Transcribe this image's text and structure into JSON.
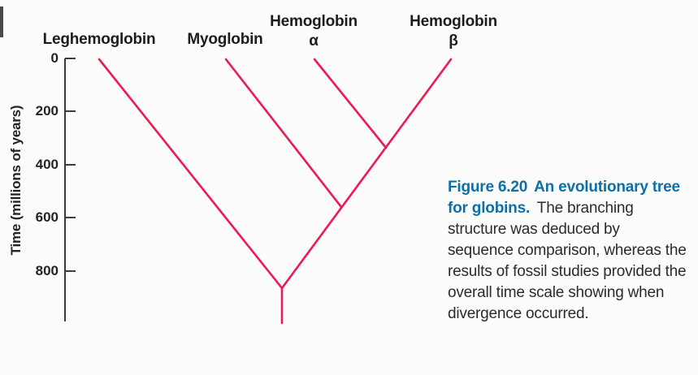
{
  "figure": {
    "caption": {
      "figure_label": "Figure 6.20",
      "title": "An evolutionary tree for globins.",
      "body": "The branching structure was deduced by sequence comparison, whereas the results of fossil studies provided the overall time scale showing when divergence occurred."
    },
    "axis": {
      "title": "Time (millions of years)",
      "ticks": [
        {
          "label": "0",
          "value": 0
        },
        {
          "label": "200",
          "value": 200
        },
        {
          "label": "400",
          "value": 400
        },
        {
          "label": "600",
          "value": 600
        },
        {
          "label": "800",
          "value": 800
        }
      ],
      "range_millions_of_years": [
        0,
        990
      ]
    },
    "taxa": [
      {
        "line1": "Leghemoglobin",
        "line2": ""
      },
      {
        "line1": "Myoglobin",
        "line2": ""
      },
      {
        "line1": "Hemoglobin",
        "line2": "α"
      },
      {
        "line1": "Hemoglobin",
        "line2": "β"
      }
    ],
    "tree": {
      "type": "phylogenetic-tree",
      "leaves": [
        "Leghemoglobin",
        "Myoglobin",
        "Hemoglobin α",
        "Hemoglobin β"
      ],
      "divergence_events": [
        {
          "split": "Leghemoglobin vs (Myoglobin, Hemoglobin α, Hemoglobin β)",
          "time_my_approx": 860
        },
        {
          "split": "Myoglobin vs (Hemoglobin α, Hemoglobin β)",
          "time_my_approx": 560
        },
        {
          "split": "Hemoglobin α vs Hemoglobin β",
          "time_my_approx": 340
        }
      ],
      "root_stem_depth_my_approx": 990
    },
    "colors": {
      "branch": "#ec1857",
      "caption_title": "#0d6fa8",
      "label_text": "#1c1c1c",
      "axis": "#3c3c3c",
      "background": "#fcfcfa"
    }
  }
}
